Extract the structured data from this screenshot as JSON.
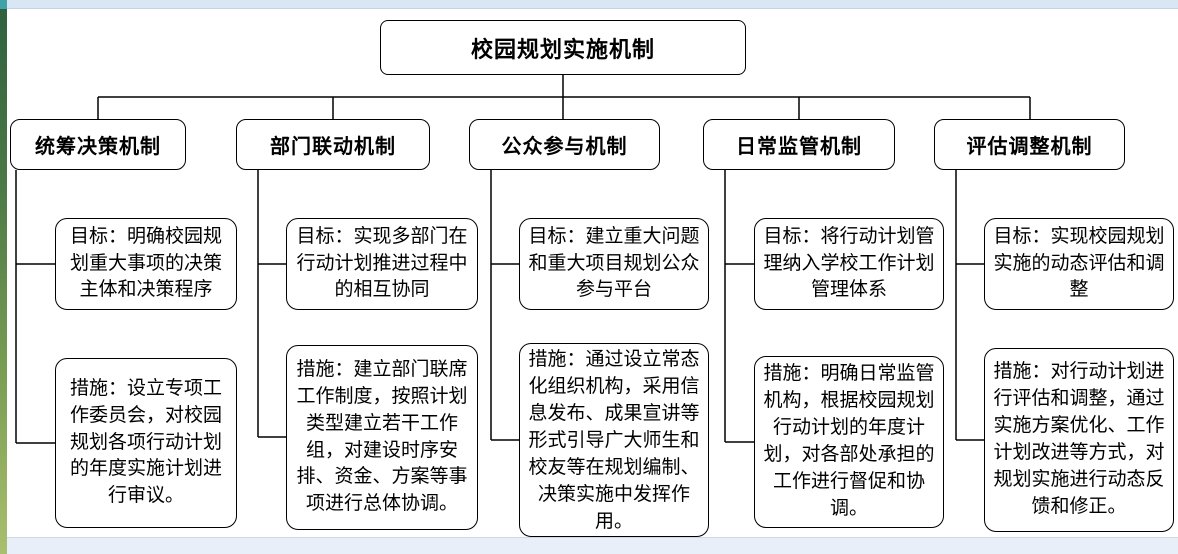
{
  "root": {
    "title": "校园规划实施机制"
  },
  "branches": [
    {
      "title": "统筹决策机制",
      "goal": "目标：明确校园规划重大事项的决策主体和决策程序",
      "measure": "措施：设立专项工作委员会，对校园规划各项行动计划的年度实施计划进行审议。"
    },
    {
      "title": "部门联动机制",
      "goal": "目标：实现多部门在行动计划推进过程中的相互协同",
      "measure": "措施：建立部门联席工作制度，按照计划类型建立若干工作组，对建设时序安排、资金、方案等事项进行总体协调。"
    },
    {
      "title": "公众参与机制",
      "goal": "目标：建立重大问题和重大项目规划公众参与平台",
      "measure": "措施：通过设立常态化组织机构，采用信息发布、成果宣讲等形式引导广大师生和校友等在规划编制、决策实施中发挥作用。"
    },
    {
      "title": "日常监管机制",
      "goal": "目标：将行动计划管理纳入学校工作计划管理体系",
      "measure": "措施：明确日常监管机构，根据校园规划行动计划的年度计划，对各部处承担的工作进行督促和协调。"
    },
    {
      "title": "评估调整机制",
      "goal": "目标：实现校园规划实施的动态评估和调整",
      "measure": "措施：对行动计划进行评估和调整，通过实施方案优化、工作计划改进等方式，对规划实施进行动态反馈和修正。"
    }
  ],
  "colors": {
    "line": "#000000",
    "box_border": "#000000",
    "box_fill": "#ffffff",
    "top_strip": "#d9e6f3",
    "bottom_strip": "#e9eff8",
    "wallpaper_green_dark": "#2e5f3f",
    "wallpaper_green_light": "#aabf6e",
    "corner_accent": "#3fa3a8"
  }
}
